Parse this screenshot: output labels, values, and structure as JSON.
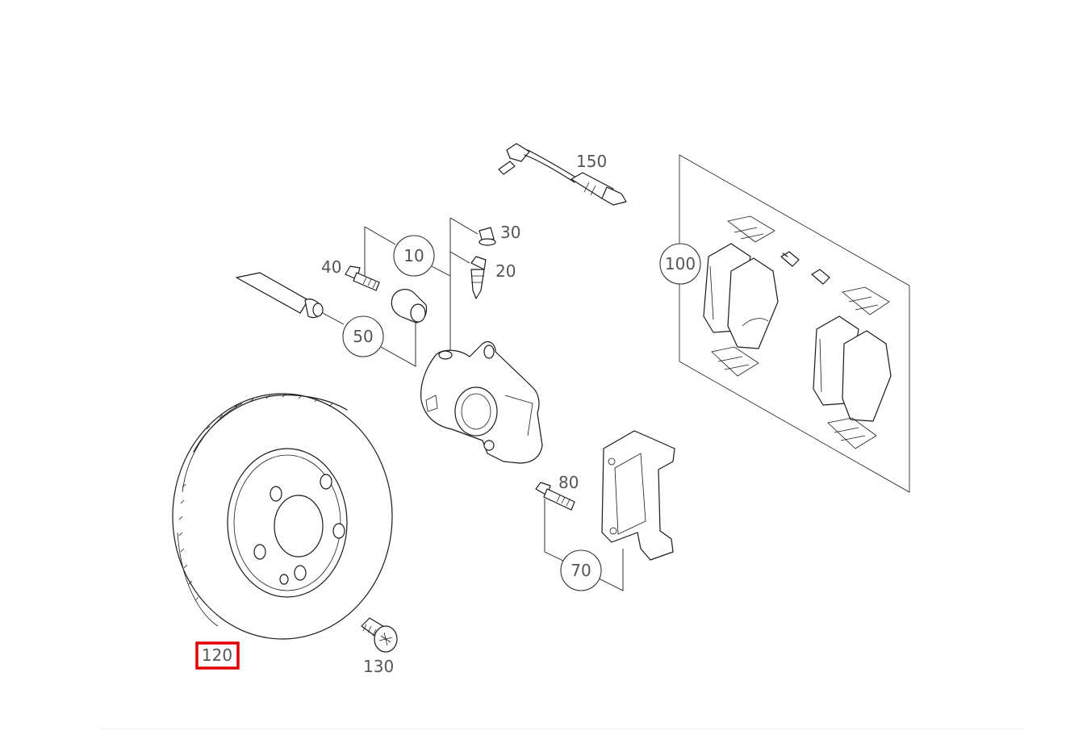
{
  "diagram": {
    "callouts": {
      "c10": "10",
      "c20": "20",
      "c30": "30",
      "c40": "40",
      "c50": "50",
      "c70": "70",
      "c80": "80",
      "c100": "100",
      "c120": "120",
      "c130": "130",
      "c150": "150"
    },
    "highlighted_callout": "120",
    "highlight_color": "#e00000",
    "line_color": "#1a1a1a",
    "label_color": "#555555"
  }
}
